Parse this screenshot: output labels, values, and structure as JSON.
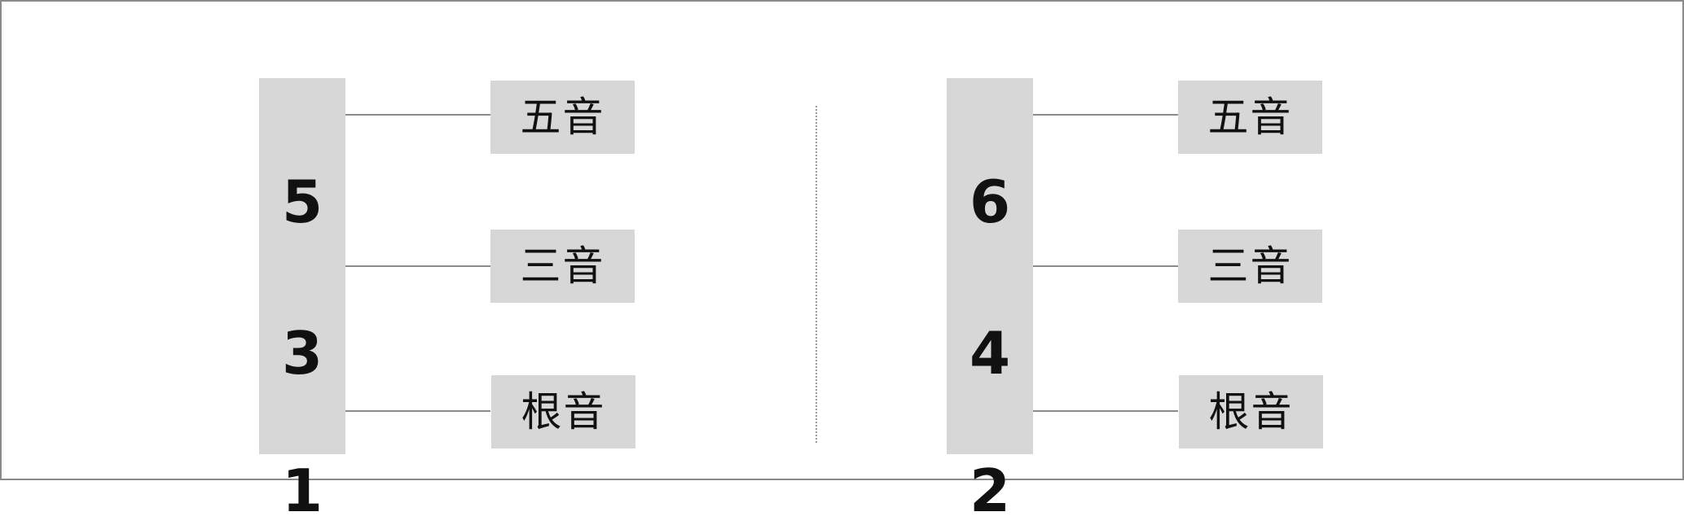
{
  "diagram": {
    "left": {
      "numbers": [
        "5",
        "3",
        "1"
      ],
      "tones": [
        "五音",
        "三音",
        "根音"
      ]
    },
    "right": {
      "numbers": [
        "6",
        "4",
        "2"
      ],
      "tones": [
        "五音",
        "三音",
        "根音"
      ]
    }
  }
}
